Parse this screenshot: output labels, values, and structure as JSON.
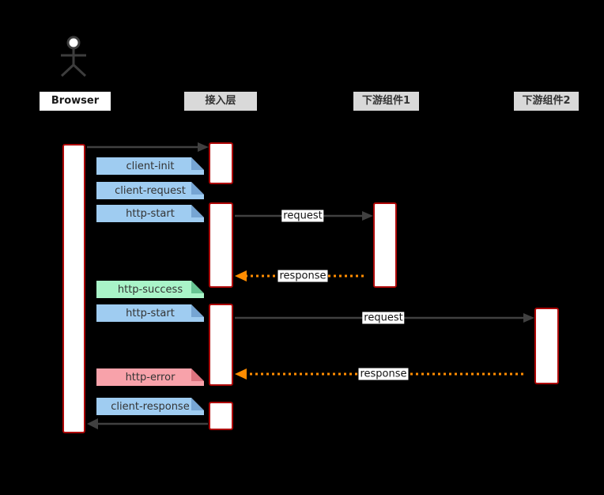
{
  "diagram": {
    "type": "sequence-diagram",
    "background": "#000000",
    "participants": [
      {
        "label": "Browser",
        "kind": "actor",
        "box_color": "#ffffff"
      },
      {
        "label": "接入层",
        "box_color": "#d9d9d9"
      },
      {
        "label": "下游组件1",
        "box_color": "#d9d9d9"
      },
      {
        "label": "下游组件2",
        "box_color": "#d9d9d9"
      }
    ],
    "notes": [
      {
        "label": "client-init",
        "color": "#9fccf1",
        "fold_color": "#76a5d3",
        "over": "Browser-接入层"
      },
      {
        "label": "client-request",
        "color": "#9fccf1",
        "fold_color": "#76a5d3",
        "over": "Browser-接入层"
      },
      {
        "label": "http-start",
        "color": "#9fccf1",
        "fold_color": "#76a5d3",
        "over": "Browser-接入层"
      },
      {
        "label": "http-success",
        "color": "#a9f4c8",
        "fold_color": "#67c593",
        "over": "Browser-接入层"
      },
      {
        "label": "http-start",
        "color": "#9fccf1",
        "fold_color": "#76a5d3",
        "over": "Browser-接入层"
      },
      {
        "label": "http-error",
        "color": "#f8a2aa",
        "fold_color": "#dc737f",
        "over": "Browser-接入层"
      },
      {
        "label": "client-response",
        "color": "#9fccf1",
        "fold_color": "#76a5d3",
        "over": "Browser-接入层"
      }
    ],
    "messages": [
      {
        "from": "Browser",
        "to": "接入层",
        "label": "",
        "style": "solid",
        "color": "#404040"
      },
      {
        "from": "接入层",
        "to": "下游组件1",
        "label": "request",
        "style": "solid",
        "color": "#404040"
      },
      {
        "from": "下游组件1",
        "to": "接入层",
        "label": "response",
        "style": "dotted",
        "color": "#ff8c00"
      },
      {
        "from": "接入层",
        "to": "下游组件2",
        "label": "request",
        "style": "solid",
        "color": "#404040"
      },
      {
        "from": "下游组件2",
        "to": "接入层",
        "label": "response",
        "style": "dotted",
        "color": "#ff8c00"
      },
      {
        "from": "接入层",
        "to": "Browser",
        "label": "",
        "style": "solid",
        "color": "#404040"
      }
    ],
    "colors": {
      "activation_fill": "#ffffff",
      "activation_border": "#ad0505",
      "solid_arrow": "#404040",
      "dotted_arrow": "#ff8c00",
      "actor": "#3d3d3d",
      "text": "#333333"
    }
  }
}
